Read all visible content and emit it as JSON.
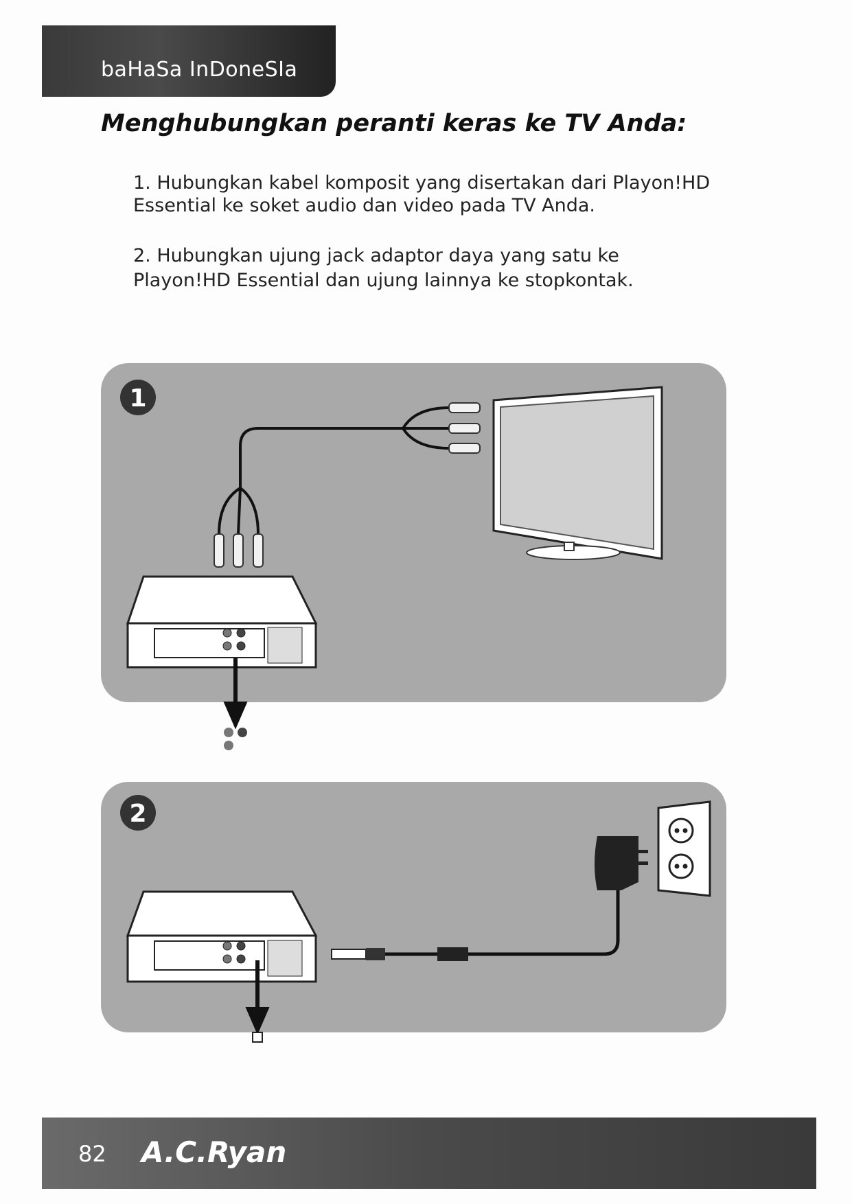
{
  "header": {
    "language_tab": "baHaSa InDoneSIa"
  },
  "title": "Menghubungkan peranti keras ke TV Anda:",
  "steps": [
    {
      "line1": "1. Hubungkan kabel komposit yang disertakan dari Playon!HD",
      "line2": "Essential ke soket audio dan video pada TV Anda."
    },
    {
      "line1": "2. Hubungkan ujung jack adaptor daya  yang satu ke",
      "line2": "Playon!HD Essential dan ujung lainnya ke stopkontak."
    }
  ],
  "figures": [
    {
      "badge": "1"
    },
    {
      "badge": "2"
    }
  ],
  "footer": {
    "page_number": "82",
    "brand": "A.C.Ryan"
  }
}
